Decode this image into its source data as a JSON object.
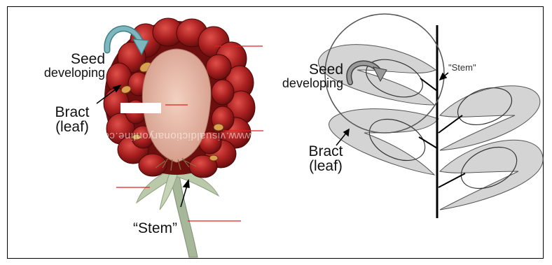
{
  "left_figure": {
    "seed_label_line1": "Seed",
    "seed_label_line2": "developing",
    "bract_label_line1": "Bract",
    "bract_label_line2": "(leaf)",
    "stem_label": "“Stem”",
    "watermark": "www.visualdictionaryonline.com"
  },
  "right_figure": {
    "seed_label_line1": "Seed",
    "seed_label_line2": "developing",
    "bract_label_line1": "Bract",
    "bract_label_line2": "(leaf)",
    "stem_label": "\"Stem\""
  },
  "colors": {
    "berry_red": "#9c1c1c",
    "berry_dark": "#6e0f0f",
    "receptacle": "#e6b8a6",
    "arrow_teal": "#6aa7ad",
    "callout_line": "#e02020",
    "bract_grey": "#d4d4d4"
  }
}
